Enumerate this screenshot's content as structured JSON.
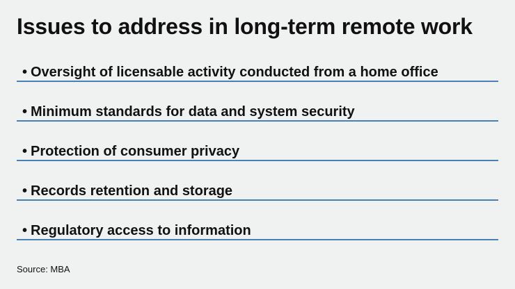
{
  "title": "Issues to address in long-term remote work",
  "items": [
    "Oversight of licensable activity conducted from a home office",
    "Minimum standards for data and system security",
    "Protection of consumer privacy",
    "Records retention and storage",
    "Regulatory access to information"
  ],
  "bullet_glyph": "•",
  "source": "Source: MBA",
  "colors": {
    "background": "#f0f2f1",
    "text": "#111111",
    "rule": "#4a7fb5"
  }
}
